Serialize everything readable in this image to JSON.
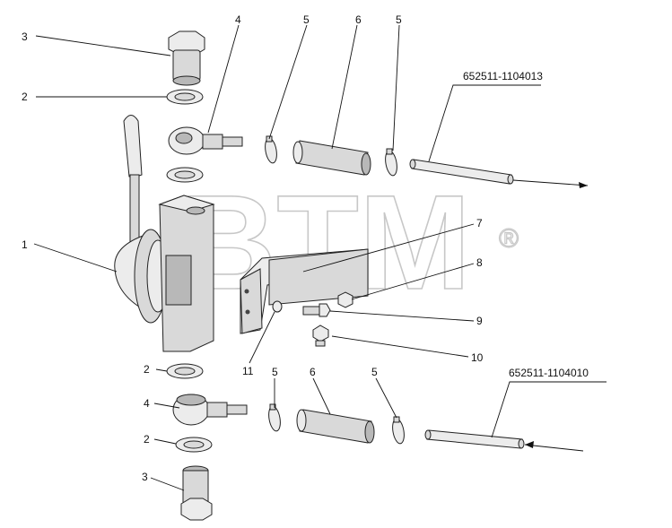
{
  "watermark": {
    "text": "BTM",
    "registered": "®"
  },
  "part_numbers": {
    "upper_pipe": "652511-1104013",
    "lower_pipe": "652511-1104010"
  },
  "callouts": {
    "c1": "1",
    "c2a": "2",
    "c2b": "2",
    "c2c": "2",
    "c3a": "3",
    "c3b": "3",
    "c4a": "4",
    "c4b": "4",
    "c5a": "5",
    "c5b": "5",
    "c5c": "5",
    "c5d": "5",
    "c6a": "6",
    "c6b": "6",
    "c7": "7",
    "c8": "8",
    "c9": "9",
    "c10": "10",
    "c11": "11"
  }
}
